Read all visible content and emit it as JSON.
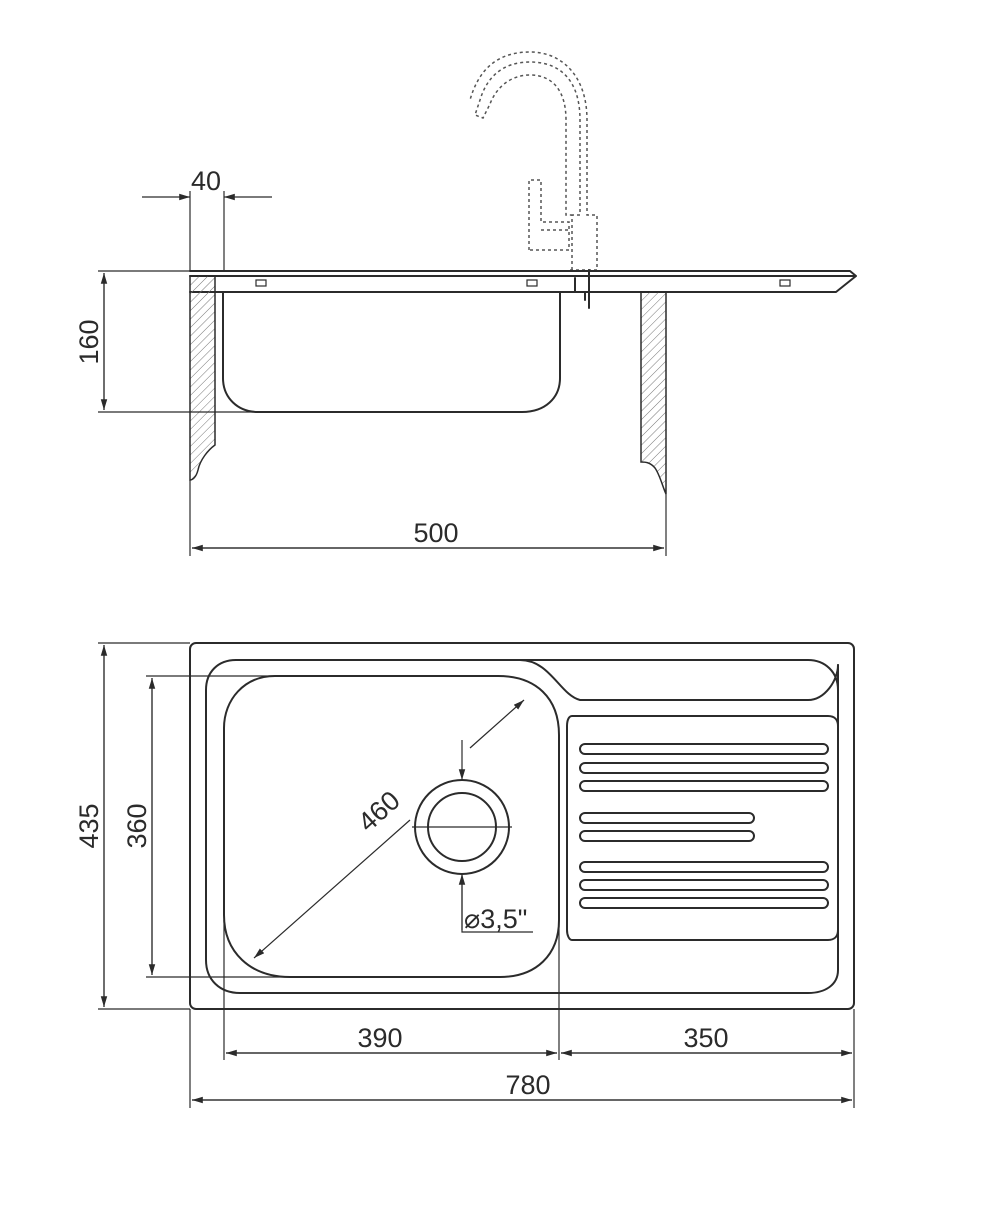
{
  "dimensions": {
    "rim_width": "40",
    "bowl_depth": "160",
    "cabinet_width": "500",
    "total_depth": "435",
    "bowl_depth_plan": "360",
    "bowl_diagonal": "460",
    "drain_size": "⌀3,5\"",
    "bowl_width": "390",
    "drainer_width": "350",
    "total_width": "780"
  }
}
